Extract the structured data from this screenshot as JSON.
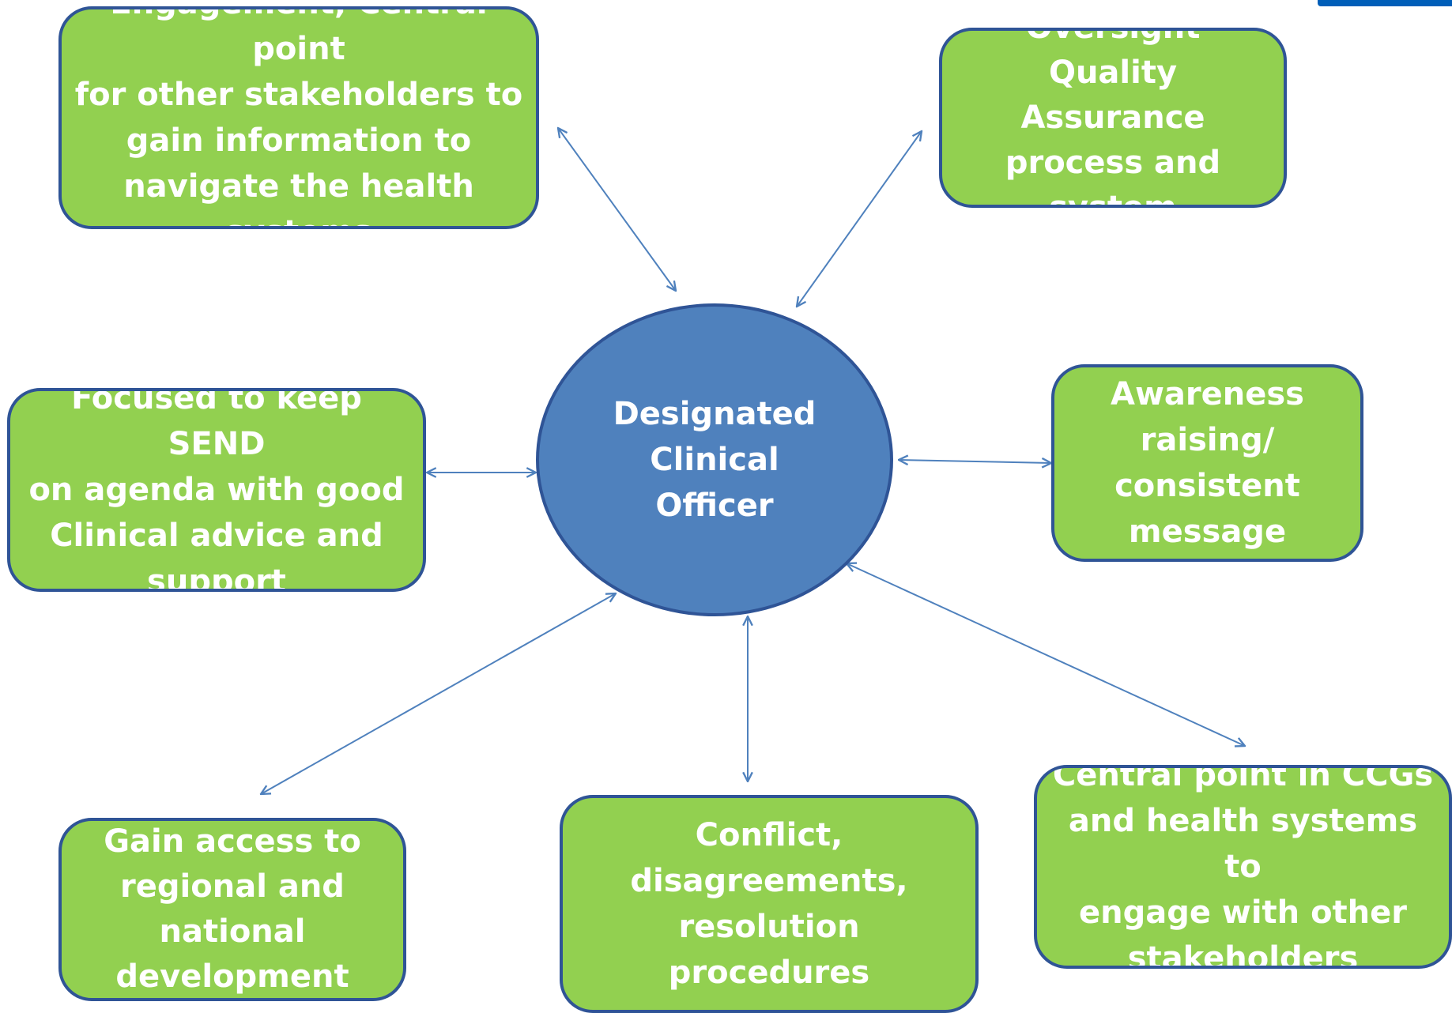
{
  "center": {
    "label": "Designated\nClinical\nOfficer"
  },
  "boxes": {
    "engagement": "Engagement, Central point\nfor other stakeholders to\ngain information to\nnavigate the health\nsystems",
    "oversight": "Oversight\nQuality Assurance\nprocess and\nsystem",
    "focused": "Focused to keep SEND\non agenda with good\nClinical advice and\nsupport",
    "awareness": "Awareness\nraising/\nconsistent\nmessage",
    "gain_access": "Gain access to\nregional and\nnational\ndevelopment",
    "conflict": "Conflict,\ndisagreements,\nresolution procedures",
    "central_point": "Central point in CCGs\nand health systems to\nengage with other\nstakeholders"
  },
  "colors": {
    "box_fill": "#92d050",
    "box_border": "#2f5496",
    "ellipse_fill": "#4f81bd",
    "arrow": "#4f81bd",
    "text": "#ffffff",
    "logo": "#005eb8"
  },
  "icons": {
    "logo": "nhs-logo"
  }
}
